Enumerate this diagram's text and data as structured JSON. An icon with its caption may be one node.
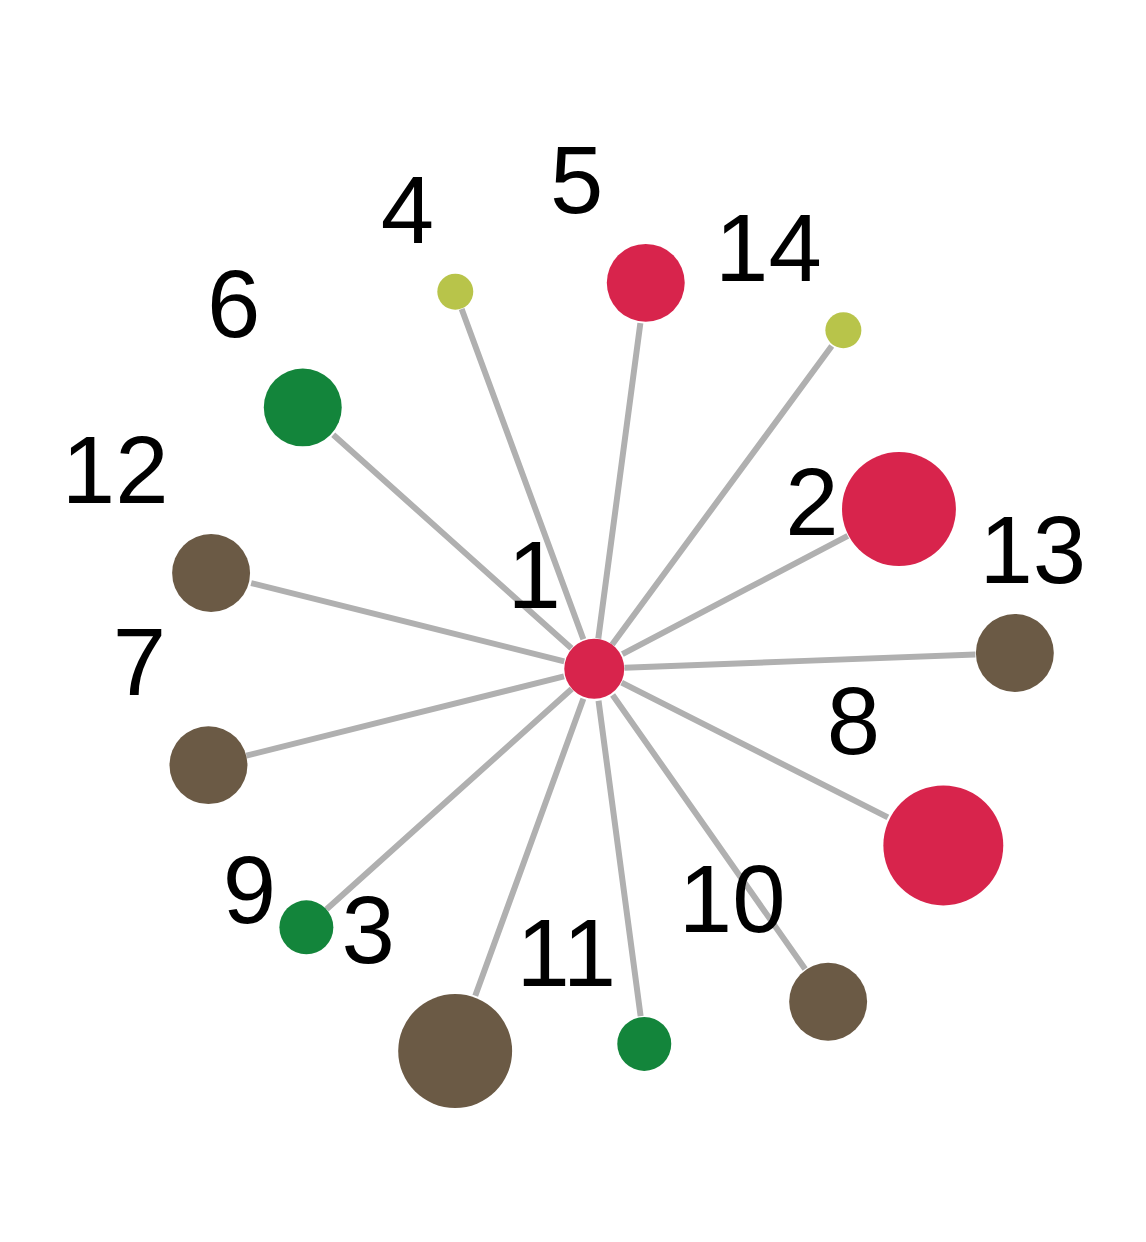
{
  "diagram": {
    "nodes": [
      {
        "text": [],
        "shape": "circle",
        "beside": [
          "1"
        ]
      },
      {
        "text": [],
        "shape": "circle",
        "beside": [
          "2"
        ]
      },
      {
        "text": [],
        "shape": "circle",
        "beside": [
          "3"
        ]
      },
      {
        "text": [],
        "shape": "circle",
        "beside": [
          "4"
        ]
      },
      {
        "text": [],
        "shape": "circle",
        "beside": [
          "5"
        ]
      },
      {
        "text": [],
        "shape": "circle",
        "beside": [
          "6"
        ]
      },
      {
        "text": [],
        "shape": "circle",
        "beside": [
          "7"
        ]
      },
      {
        "text": [],
        "shape": "circle",
        "beside": [
          "8"
        ]
      },
      {
        "text": [],
        "shape": "circle",
        "beside": [
          "9"
        ]
      },
      {
        "text": [],
        "shape": "circle",
        "beside": [
          "10"
        ]
      },
      {
        "text": [],
        "shape": "circle",
        "beside": [
          "11"
        ]
      },
      {
        "text": [],
        "shape": "circle",
        "beside": [
          "12"
        ]
      },
      {
        "text": [],
        "shape": "circle",
        "beside": [
          "13"
        ]
      },
      {
        "text": [],
        "shape": "circle",
        "beside": [
          "14"
        ]
      }
    ],
    "edges": [
      {
        "from": 0,
        "to": 1,
        "arrow": "none"
      },
      {
        "from": 0,
        "to": 2,
        "arrow": "none"
      },
      {
        "from": 0,
        "to": 3,
        "arrow": "none"
      },
      {
        "from": 0,
        "to": 4,
        "arrow": "none"
      },
      {
        "from": 0,
        "to": 5,
        "arrow": "none"
      },
      {
        "from": 0,
        "to": 6,
        "arrow": "none"
      },
      {
        "from": 0,
        "to": 7,
        "arrow": "none"
      },
      {
        "from": 0,
        "to": 8,
        "arrow": "none"
      },
      {
        "from": 0,
        "to": 9,
        "arrow": "none"
      },
      {
        "from": 0,
        "to": 10,
        "arrow": "none"
      },
      {
        "from": 0,
        "to": 11,
        "arrow": "none"
      },
      {
        "from": 0,
        "to": 12,
        "arrow": "none"
      },
      {
        "from": 0,
        "to": 13,
        "arrow": "none"
      }
    ]
  }
}
